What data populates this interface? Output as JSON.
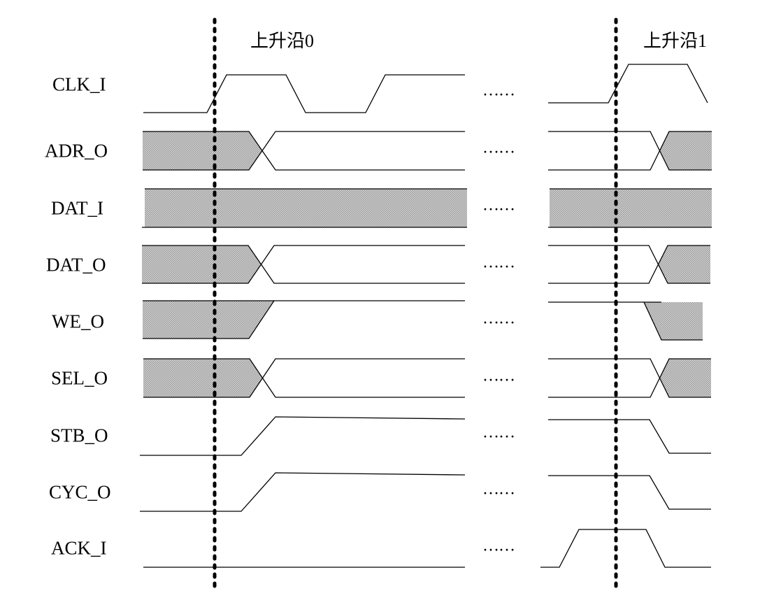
{
  "edges": {
    "edge0": "上升沿0",
    "edge1": "上升沿1"
  },
  "signals": [
    "CLK_I",
    "ADR_O",
    "DAT_I",
    "DAT_O",
    "WE_O",
    "SEL_O",
    "STB_O",
    "CYC_O",
    "ACK_I"
  ],
  "ellipsis": "……",
  "colors": {
    "line": "#000000",
    "hatch": "#b8b8b8"
  }
}
